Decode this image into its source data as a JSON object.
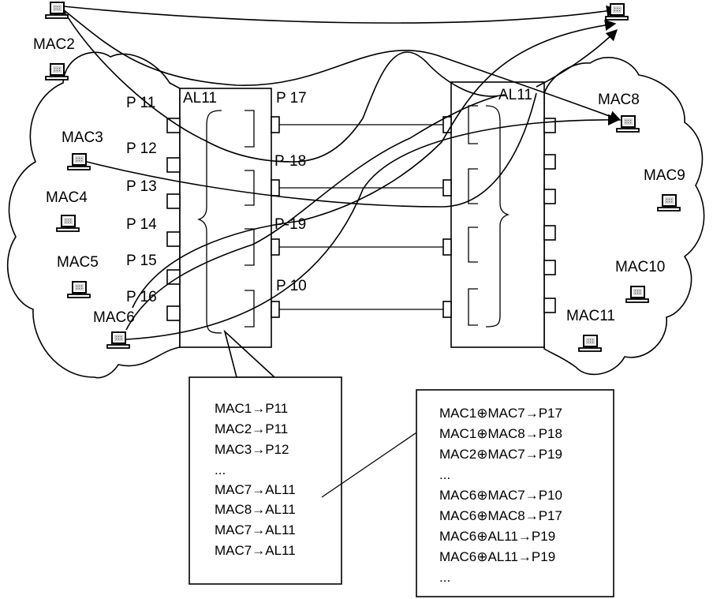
{
  "hosts": {
    "mac2": "MAC2",
    "mac3": "MAC3",
    "mac4": "MAC4",
    "mac5": "MAC5",
    "mac6": "MAC6",
    "mac8": "MAC8",
    "mac9": "MAC9",
    "mac10": "MAC10",
    "mac11": "MAC11"
  },
  "left_switch": {
    "aggregate_label": "AL11",
    "ports_left": [
      "P 11",
      "P 12",
      "P 13",
      "P 14",
      "P 15",
      "P 16"
    ],
    "ports_right": [
      "P 17",
      "P-18",
      "P-19",
      "P 10"
    ]
  },
  "right_switch": {
    "aggregate_label": "AL11"
  },
  "mac_table": {
    "rows": [
      "MAC1→P11",
      "MAC2→P11",
      "MAC3→P12",
      "...",
      "MAC7→AL11",
      "MAC8→AL11",
      "MAC7→AL11",
      "MAC7→AL11"
    ]
  },
  "hash_table": {
    "rows": [
      "MAC1⊕MAC7→P17",
      "MAC1⊕MAC8→P18",
      "MAC2⊕MAC7→P19",
      "...",
      "MAC6⊕MAC7→P10",
      "MAC6⊕MAC8→P17",
      "MAC6⊕AL11→P19",
      "MAC6⊕AL11→P19",
      "..."
    ]
  }
}
